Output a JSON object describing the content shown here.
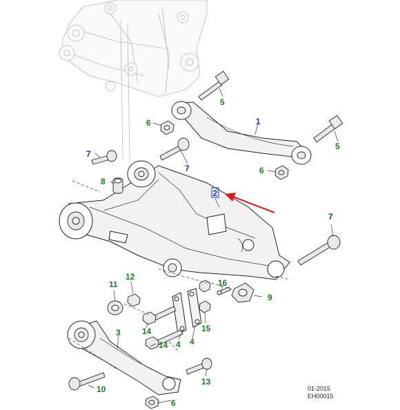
{
  "colors": {
    "callout_green": "#1e7a1e",
    "callout_blue": "#1a2fb8",
    "pointer_red": "#d42020"
  },
  "callouts": [
    {
      "id": "c1",
      "label": "1",
      "color": "blue"
    },
    {
      "id": "c2",
      "label": "2",
      "color": "blue",
      "boxed": true
    },
    {
      "id": "c3",
      "label": "3",
      "color": "green"
    },
    {
      "id": "c4a",
      "label": "4",
      "color": "green"
    },
    {
      "id": "c4b",
      "label": "4",
      "color": "green"
    },
    {
      "id": "c5a",
      "label": "5",
      "color": "green"
    },
    {
      "id": "c5b",
      "label": "5",
      "color": "green"
    },
    {
      "id": "c6a",
      "label": "6",
      "color": "green"
    },
    {
      "id": "c6b",
      "label": "6",
      "color": "green"
    },
    {
      "id": "c6c",
      "label": "6",
      "color": "green"
    },
    {
      "id": "c7a",
      "label": "7",
      "color": "blue"
    },
    {
      "id": "c7b",
      "label": "7",
      "color": "blue"
    },
    {
      "id": "c7c",
      "label": "7",
      "color": "blue"
    },
    {
      "id": "c8",
      "label": "8",
      "color": "green"
    },
    {
      "id": "c9",
      "label": "9",
      "color": "green"
    },
    {
      "id": "c10",
      "label": "10",
      "color": "green"
    },
    {
      "id": "c11",
      "label": "11",
      "color": "green"
    },
    {
      "id": "c12",
      "label": "12",
      "color": "green"
    },
    {
      "id": "c13",
      "label": "13",
      "color": "green"
    },
    {
      "id": "c14a",
      "label": "14",
      "color": "green"
    },
    {
      "id": "c14b",
      "label": "14",
      "color": "green"
    },
    {
      "id": "c15",
      "label": "15",
      "color": "green"
    },
    {
      "id": "c16",
      "label": "16",
      "color": "green"
    }
  ],
  "footer": {
    "date": "01-2015",
    "ref": "EH00015"
  }
}
